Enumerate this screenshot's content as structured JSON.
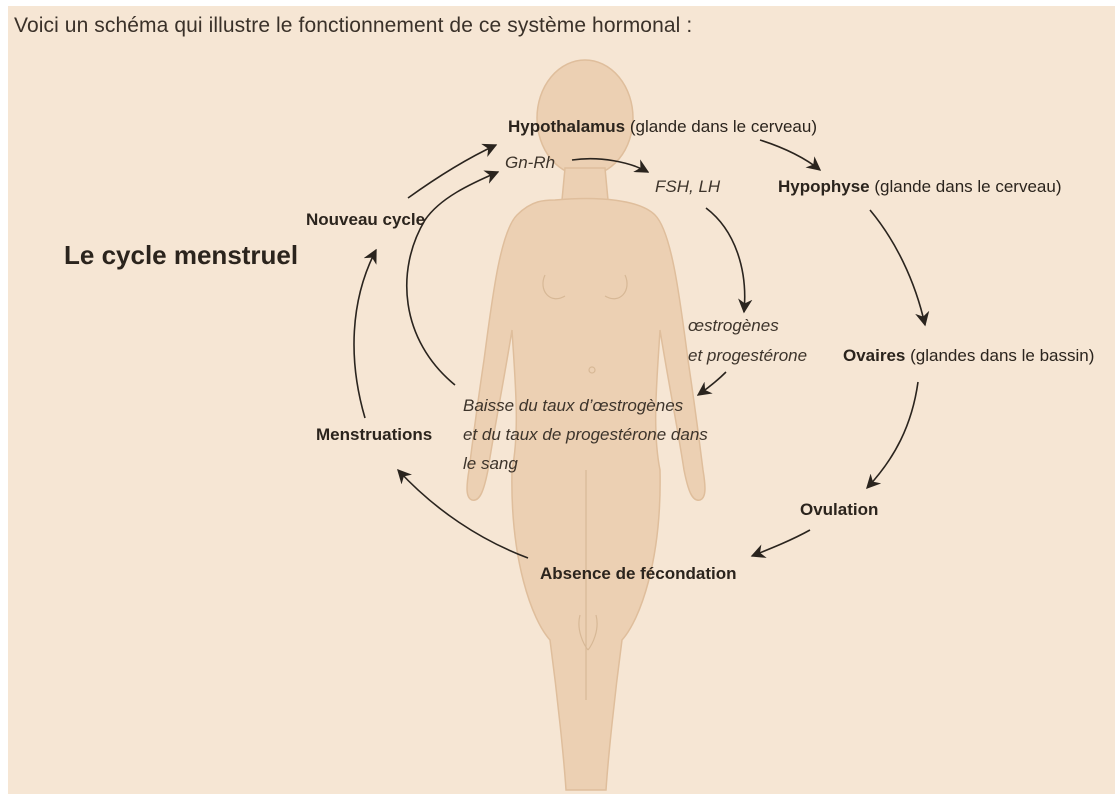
{
  "intro": "Voici un schéma qui illustre le fonctionnement de ce système hormonal :",
  "title": "Le cycle menstruel",
  "hypothalamus": {
    "name": "Hypothalamus",
    "desc": " (glande dans le cerveau)"
  },
  "hypophyse": {
    "name": "Hypophyse",
    "desc": " (glande dans le cerveau)"
  },
  "ovaires": {
    "name": "Ovaires",
    "desc": " (glandes dans le bassin)"
  },
  "gnrh": "Gn-Rh",
  "fsh_lh": "FSH, LH",
  "oestrogenes_line1": "œstrogènes",
  "oestrogenes_line2": "et progestérone",
  "ovulation": "Ovulation",
  "absence": "Absence de fécondation",
  "menstruations": "Menstruations",
  "nouveau_cycle": "Nouveau cycle",
  "baisse_line1": "Baisse du taux d’œstrogènes",
  "baisse_line2": "et du taux de progestérone dans",
  "baisse_line3": "le sang",
  "colors": {
    "background": "#f6e6d4",
    "body": "#ecd0b3",
    "arrow": "#2a241e"
  }
}
